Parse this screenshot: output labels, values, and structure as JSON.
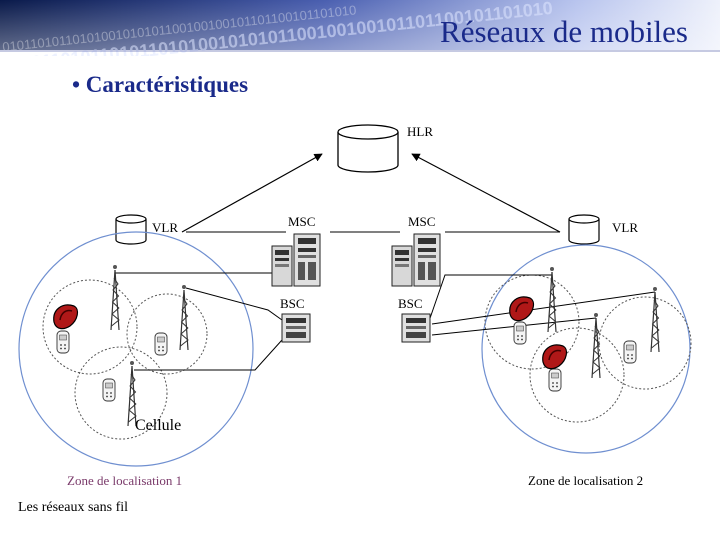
{
  "slide": {
    "title": "Réseaux de mobiles",
    "bullet": "• Caractéristiques",
    "footer": "Les réseaux sans fil"
  },
  "banner": {
    "binary_text": "10101101011010110101001010101100100100101101100101101010"
  },
  "diagram": {
    "hlr_label": "HLR",
    "vlr_left_label": "VLR",
    "vlr_right_label": "VLR",
    "msc_left_label": "MSC",
    "msc_right_label": "MSC",
    "bsc_left_label": "BSC",
    "bsc_right_label": "BSC",
    "cell_label": "Cellule",
    "zone_left_label": "Zone de localisation 1",
    "zone_right_label": "Zone de localisation 2"
  },
  "colors": {
    "title": "#1a2a8a",
    "zone_outline": "#6f8fd0",
    "zone_text": "#7a3a6a",
    "banner_dark": "#0a1a4a",
    "banner_light": "#b8c4ee"
  }
}
